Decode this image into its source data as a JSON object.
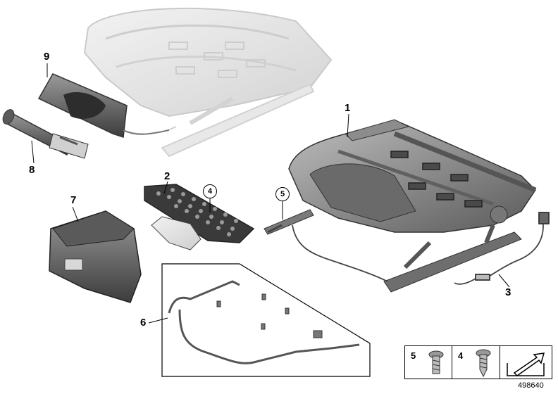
{
  "callouts": {
    "c1": "1",
    "c2": "2",
    "c3": "3",
    "c4": "4",
    "c5": "5",
    "c6": "6",
    "c7": "7",
    "c8": "8",
    "c9": "9"
  },
  "legend": {
    "item5": "5",
    "item4": "4"
  },
  "reference_number": "498640"
}
